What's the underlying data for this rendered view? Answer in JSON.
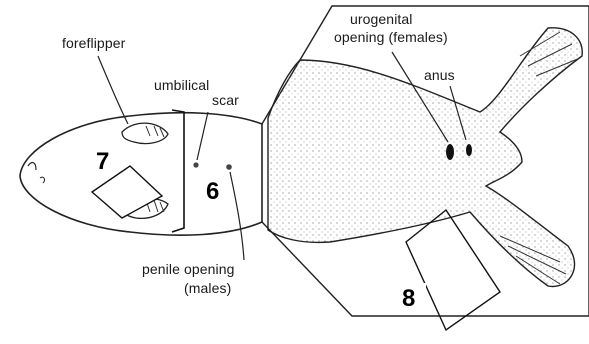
{
  "labels": {
    "foreflipper": "foreflipper",
    "umbilical_line1": "umbilical",
    "umbilical_line2": "scar",
    "penile_line1": "penile opening",
    "penile_line2": "(males)",
    "urogenital_line1": "urogenital",
    "urogenital_line2": "opening (females)",
    "anus": "anus"
  },
  "numbers": {
    "n6": "6",
    "n7": "7",
    "n8": "8"
  }
}
